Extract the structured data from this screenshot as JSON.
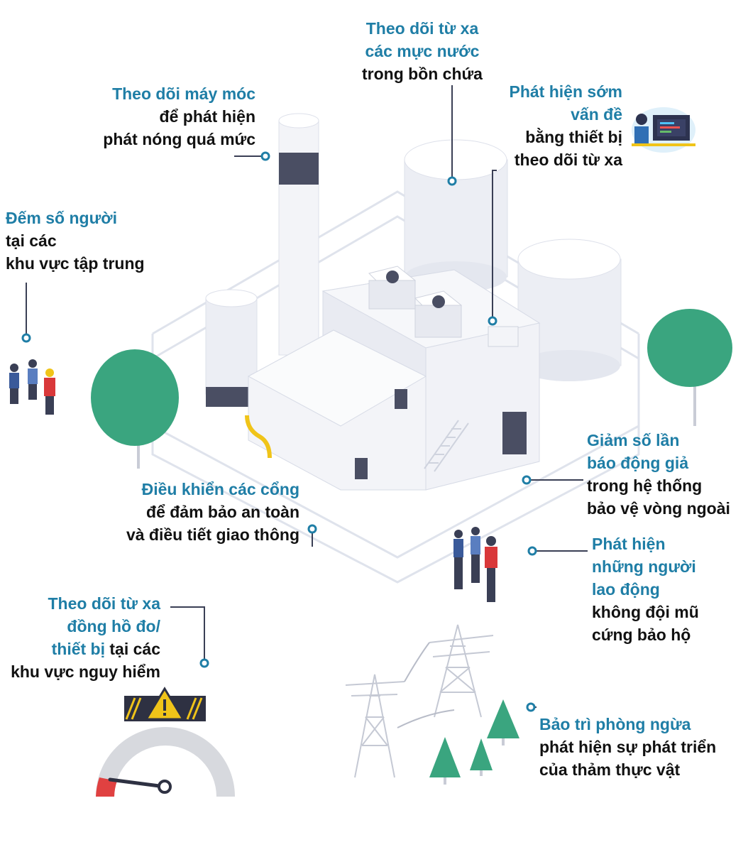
{
  "colors": {
    "accent": "#1f7ea6",
    "text": "#111111",
    "tree": "#3aa57f",
    "building": "#eef0f6",
    "dark": "#4a4e63"
  },
  "labels": {
    "machines": {
      "hl": [
        "Theo dõi máy móc"
      ],
      "body": [
        "để phát hiện",
        "phát nóng quá mức"
      ]
    },
    "water": {
      "hl": [
        "Theo dõi từ xa",
        "các mực nước"
      ],
      "body": [
        "trong bồn chứa"
      ]
    },
    "early": {
      "hl": [
        "Phát hiện sớm",
        "vấn đề"
      ],
      "body": [
        "bằng thiết bị",
        "theo dõi từ xa"
      ]
    },
    "people": {
      "hl": [
        "Đếm số người"
      ],
      "body": [
        "tại các",
        "khu vực tập trung"
      ]
    },
    "gates": {
      "hl": [
        "Điều khiển các cổng"
      ],
      "body": [
        "để đảm bảo an toàn",
        "và điều tiết giao thông"
      ]
    },
    "alarm": {
      "hl": [
        "Giảm số lần",
        "báo động giả"
      ],
      "body": [
        "trong hệ thống",
        "bảo vệ vòng ngoài"
      ]
    },
    "helmet": {
      "hl": [
        "Phát hiện",
        "những người",
        "lao động"
      ],
      "body": [
        "không đội mũ",
        "cứng bảo hộ"
      ]
    },
    "gauges": {
      "hl": [
        "Theo dõi từ xa",
        "đồng hồ đo/",
        "thiết bị"
      ],
      "inline": "tại các",
      "body": [
        "khu vực nguy hiểm"
      ]
    },
    "vegetation": {
      "hl": [
        "Bảo trì phòng ngừa"
      ],
      "body": [
        "phát hiện sự phát triển",
        "của thảm thực vật"
      ]
    }
  },
  "icons": [
    "warning-icon",
    "gauge-icon",
    "monitor-icon",
    "person-icon",
    "tree-icon",
    "power-tower-icon",
    "fan-icon"
  ]
}
